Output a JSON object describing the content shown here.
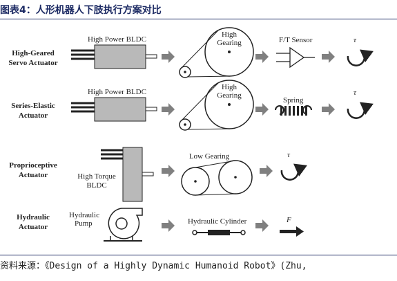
{
  "header": {
    "title": "图表4：人形机器人下肢执行方案对比"
  },
  "rows": [
    {
      "label_lines": [
        "High-Geared",
        "Servo Actuator"
      ],
      "motor_label": "High Power BLDC",
      "gear_lines": [
        "High",
        "Gearing"
      ],
      "sensor_label": "F/T Sensor",
      "output_symbol": "τ"
    },
    {
      "label_lines": [
        "Series-Elastic",
        "Actuator"
      ],
      "motor_label": "High Power BLDC",
      "gear_lines": [
        "High",
        "Gearing"
      ],
      "sensor_label": "Spring",
      "output_symbol": "τ"
    },
    {
      "label_lines": [
        "Proprioceptive",
        "Actuator"
      ],
      "motor_lines": [
        "High Torque",
        "BLDC"
      ],
      "gear_label": "Low Gearing",
      "output_symbol": "τ"
    },
    {
      "label_lines": [
        "Hydraulic",
        "Actuator"
      ],
      "pump_lines": [
        "Hydraulic",
        "Pump"
      ],
      "cylinder_label": "Hydraulic Cylinder",
      "output_symbol": "F"
    }
  ],
  "source_text": "资料来源：《Design of a Highly Dynamic Humanoid Robot》(Zhu,",
  "colors": {
    "header": "#1d2b64",
    "motor_fill": "#b9b9b9",
    "arrow": "#808080",
    "line": "#222222"
  }
}
